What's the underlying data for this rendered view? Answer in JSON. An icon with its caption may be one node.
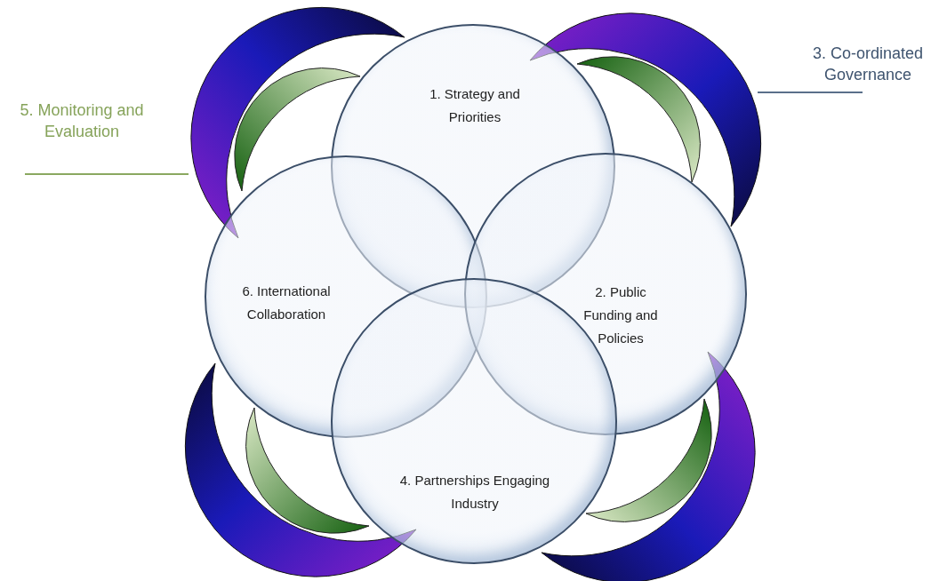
{
  "diagram": {
    "nodes": [
      {
        "text": [
          "1. Strategy and Priorities"
        ]
      },
      {
        "text": [
          "3. Co-ordinated Governance"
        ]
      },
      {
        "text": [
          "5. Monitoring and Evaluation"
        ]
      },
      {
        "text": [
          "6. International Collaboration"
        ]
      },
      {
        "text": [
          "2. Public Funding and Policies"
        ]
      },
      {
        "text": [
          "4. Partnerships Engaging Industry"
        ]
      }
    ],
    "edges": [
      {
        "from": 1,
        "to": null,
        "arrow": "none",
        "color": "#5a6f8a"
      },
      {
        "from": 2,
        "to": null,
        "arrow": "none",
        "color": "#8aa860"
      }
    ]
  }
}
